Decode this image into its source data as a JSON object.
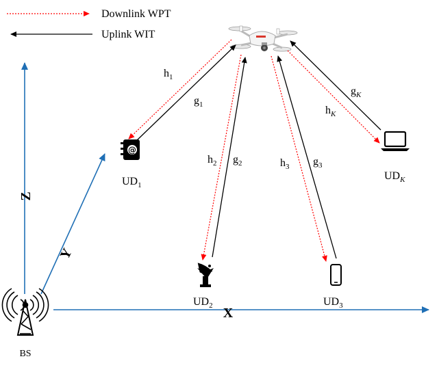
{
  "legend": {
    "downlink": "Downlink WPT",
    "uplink": "Uplink WIT"
  },
  "axes": {
    "x": "X",
    "y": "Y",
    "z": "Z"
  },
  "base_station": "BS",
  "users": {
    "ud1": {
      "base": "UD",
      "sub": "1"
    },
    "ud2": {
      "base": "UD",
      "sub": "2"
    },
    "ud3": {
      "base": "UD",
      "sub": "3"
    },
    "udk": {
      "base": "UD",
      "sub": "K"
    }
  },
  "channels": {
    "h1": {
      "base": "h",
      "sub": "1"
    },
    "g1": {
      "base": "g",
      "sub": "1"
    },
    "h2": {
      "base": "h",
      "sub": "2"
    },
    "g2": {
      "base": "g",
      "sub": "2"
    },
    "h3": {
      "base": "h",
      "sub": "3"
    },
    "g3": {
      "base": "g",
      "sub": "3"
    },
    "hk": {
      "base": "h",
      "sub": "K"
    },
    "gk": {
      "base": "g",
      "sub": "K"
    }
  },
  "colors": {
    "downlink": "#ff0000",
    "uplink": "#000000",
    "axis": "#1f6fb5"
  },
  "icons": [
    "drone-icon",
    "notebook-icon",
    "satellite-dish-icon",
    "smartphone-icon",
    "laptop-icon",
    "antenna-tower-icon"
  ]
}
